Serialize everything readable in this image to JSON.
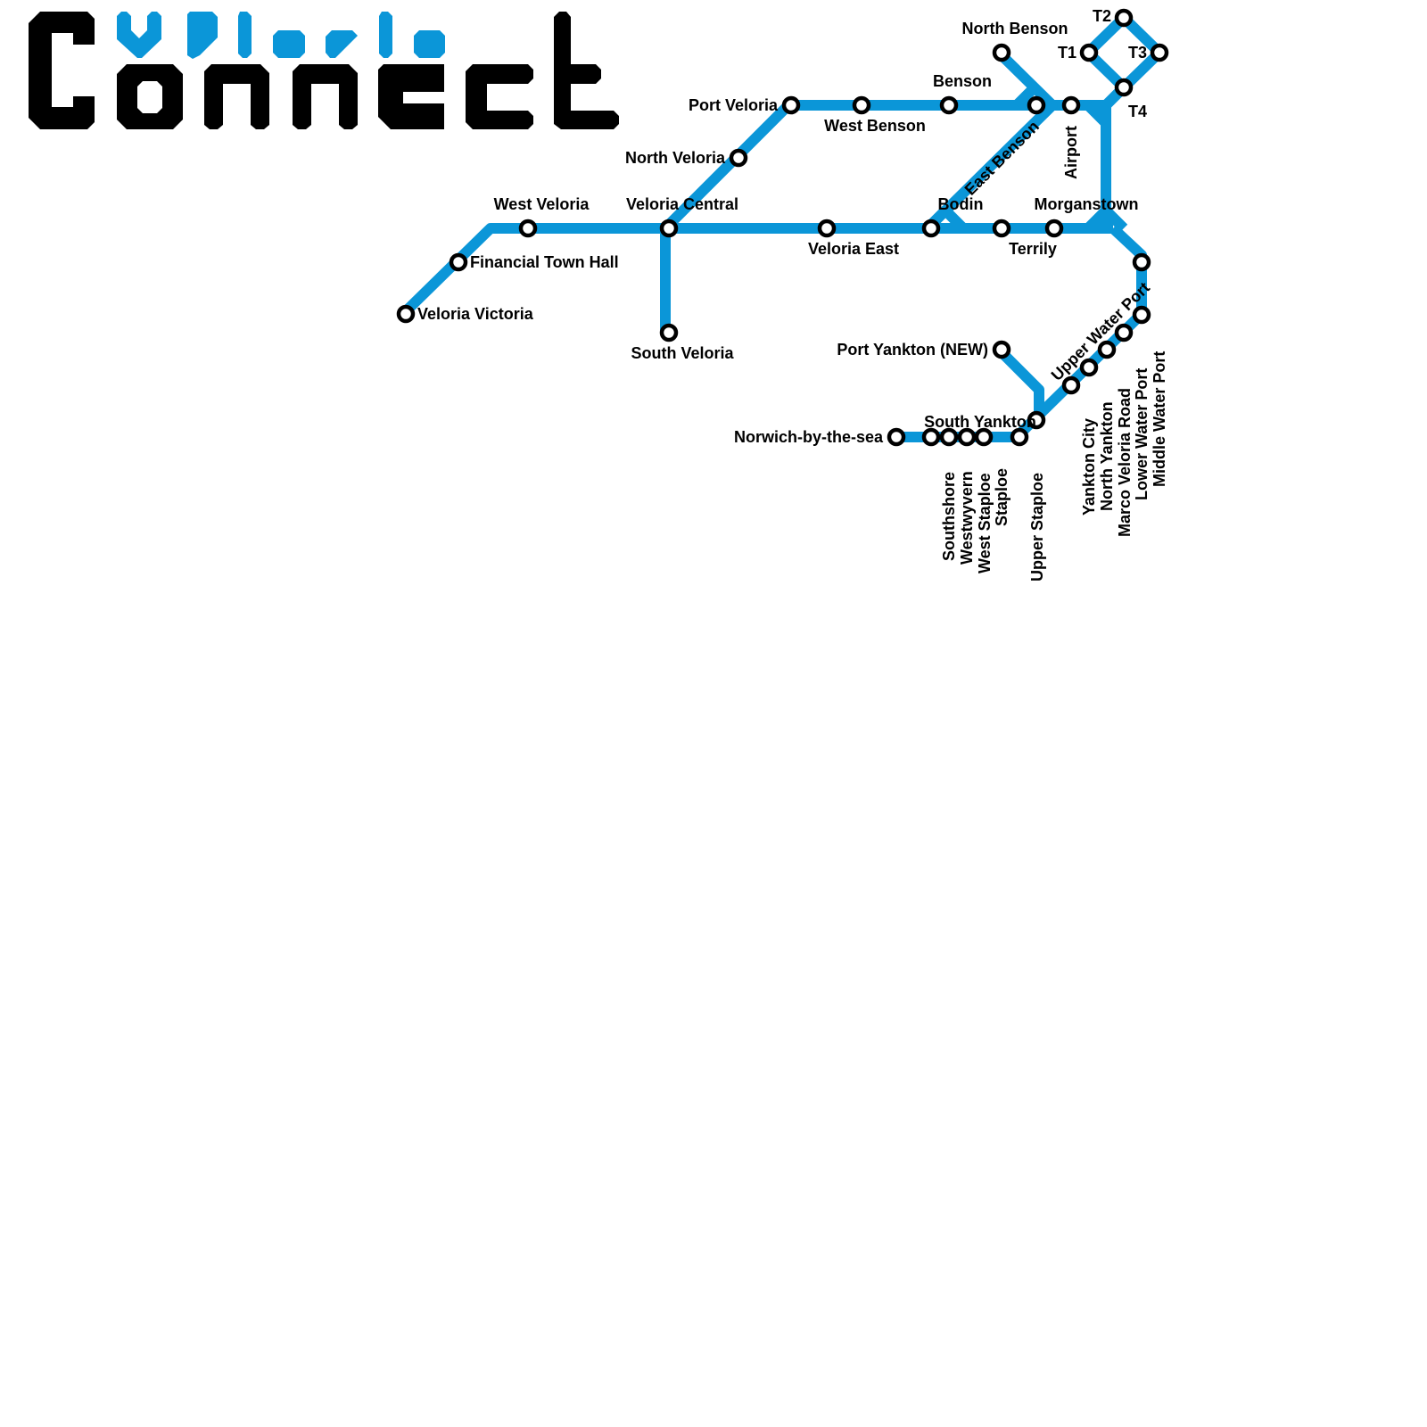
{
  "logo": {
    "word": "Connect",
    "accent_word": "veloria",
    "colors": {
      "main": "#000000",
      "accent": "#0b96d8"
    }
  },
  "line_color": "#0b96d8",
  "stations": {
    "veloria_victoria": "Veloria Victoria",
    "financial_town_hall": "Financial Town Hall",
    "west_veloria": "West Veloria",
    "veloria_central": "Veloria Central",
    "north_veloria": "North Veloria",
    "port_veloria": "Port Veloria",
    "south_veloria": "South Veloria",
    "west_benson": "West Benson",
    "benson": "Benson",
    "north_benson": "North Benson",
    "east_benson": "East Benson",
    "airport": "Airport",
    "t1": "T1",
    "t2": "T2",
    "t3": "T3",
    "t4": "T4",
    "veloria_east": "Veloria East",
    "bodin": "Bodin",
    "terrily": "Terrily",
    "morganstown": "Morganstown",
    "upper_water_port": "Upper Water Port",
    "middle_water_port": "Middle Water Port",
    "lower_water_port": "Lower Water Port",
    "marco_veloria_road": "Marco Veloria Road",
    "north_yankton": "North Yankton",
    "yankton_city": "Yankton City",
    "port_yankton_new": "Port Yankton (NEW)",
    "south_yankton": "South Yankton",
    "upper_staploe": "Upper Staploe",
    "staploe": "Staploe",
    "west_staploe": "West Staploe",
    "westwyvern": "Westwyvern",
    "southshore": "Southshore",
    "norwich_by_the_sea": "Norwich-by-the-sea"
  }
}
